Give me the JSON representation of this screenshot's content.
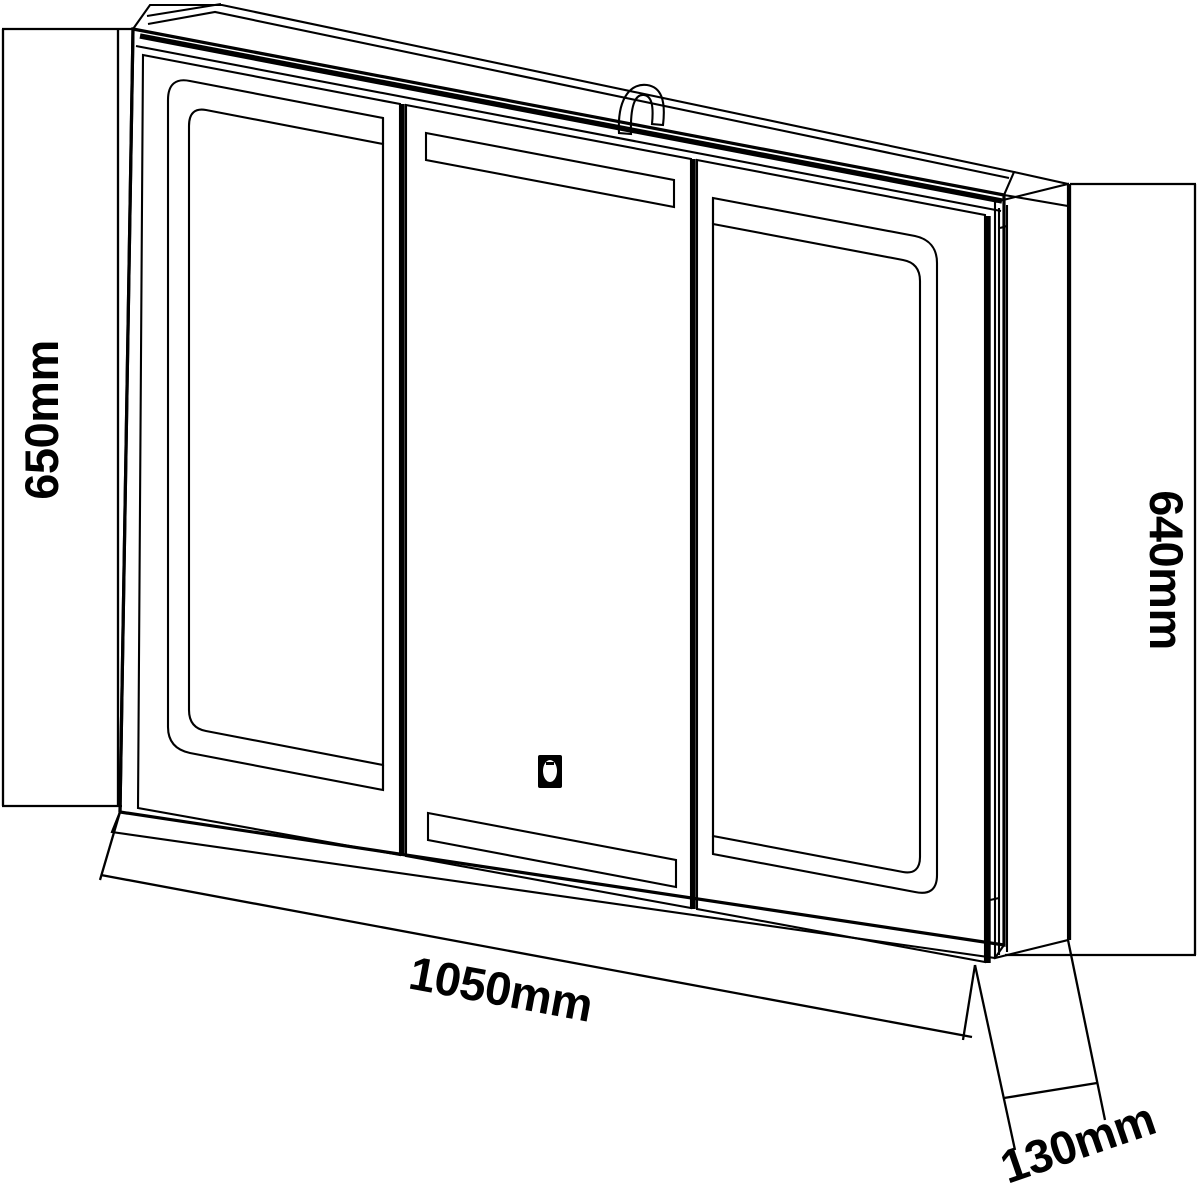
{
  "drawing": {
    "title": "Bathroom LED Mirror Cabinet Dimension Drawing",
    "type": "technical-line-drawing",
    "view": "isometric-perspective",
    "units": "mm",
    "line_color": "#000000",
    "background_color": "#ffffff"
  },
  "dimensions": {
    "height_left": {
      "value": "650mm",
      "label": "650mm",
      "orientation": "vertical-rotated-ccw",
      "position": "left-side"
    },
    "height_right": {
      "value": "640mm",
      "label": "640mm",
      "orientation": "vertical-rotated-cw",
      "position": "right-side"
    },
    "width_bottom": {
      "value": "1050mm",
      "label": "1050mm",
      "orientation": "horizontal-tilted",
      "position": "bottom-front"
    },
    "depth_bottom_right": {
      "value": "130mm",
      "label": "130mm",
      "orientation": "diagonal-tilted",
      "position": "bottom-right"
    }
  },
  "product": {
    "name": "mirror-cabinet",
    "doors": [
      {
        "id": "left-door",
        "has_led_frame": true,
        "has_led_strip": true
      },
      {
        "id": "center-door",
        "has_led_frame": false,
        "has_led_strip": true
      },
      {
        "id": "right-door",
        "has_led_frame": true,
        "has_led_strip": true
      }
    ],
    "features": [
      {
        "name": "top-hanger-hook",
        "position": "top-center"
      },
      {
        "name": "touch-sensor-switch",
        "position": "center-front"
      },
      {
        "name": "top-panel-lip",
        "position": "top"
      },
      {
        "name": "right-side-panel",
        "position": "right"
      }
    ]
  }
}
